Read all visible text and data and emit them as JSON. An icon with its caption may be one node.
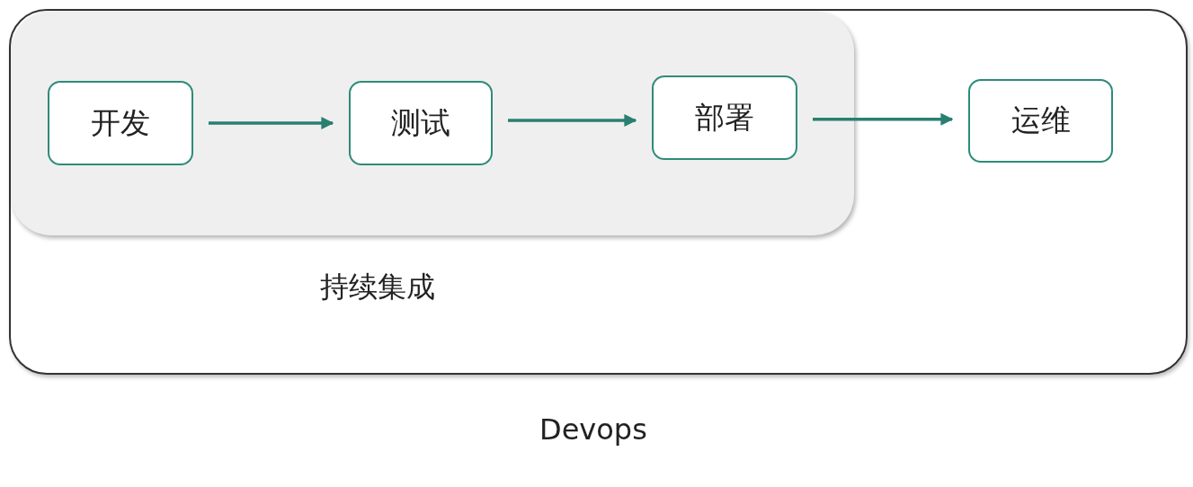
{
  "diagram": {
    "nodes": [
      {
        "text": [
          "Devops"
        ]
      },
      {
        "text": [
          "持续集成"
        ],
        "in": 0
      },
      {
        "text": [
          "开发"
        ],
        "in": 1
      },
      {
        "text": [
          "测试"
        ],
        "in": 1
      },
      {
        "text": [
          "部署"
        ],
        "in": 1
      },
      {
        "text": [
          "运维"
        ],
        "in": 0
      }
    ],
    "edges": [
      {
        "from": 2,
        "to": 3,
        "arrow": "to"
      },
      {
        "from": 3,
        "to": 4,
        "arrow": "to"
      },
      {
        "from": 4,
        "to": 5,
        "arrow": "to"
      }
    ]
  }
}
